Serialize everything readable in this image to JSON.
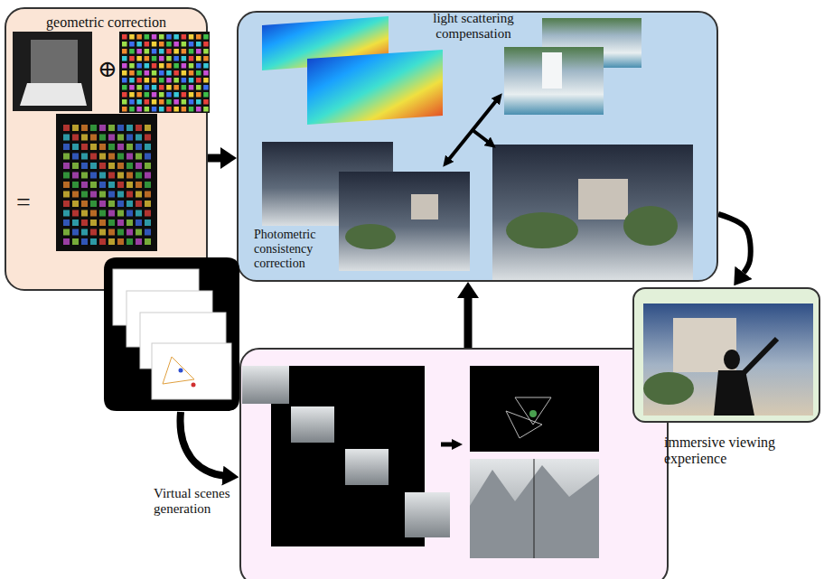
{
  "diagram": {
    "nodes": [
      {
        "text": [
          "geometric correction"
        ]
      },
      {
        "text": [
          "light scattering compensation",
          "Photometric consistency correction"
        ]
      },
      {
        "text": [
          "Virtual scenes generation"
        ]
      },
      {
        "text": [
          "immersive viewing experience"
        ]
      }
    ],
    "edges": [
      {
        "from": 0,
        "to": 1,
        "arrow": "to"
      },
      {
        "from": 2,
        "to": 1,
        "arrow": "to"
      },
      {
        "from": 1,
        "to": 3,
        "arrow": "to"
      }
    ],
    "labels": [
      "⊕",
      "="
    ]
  }
}
